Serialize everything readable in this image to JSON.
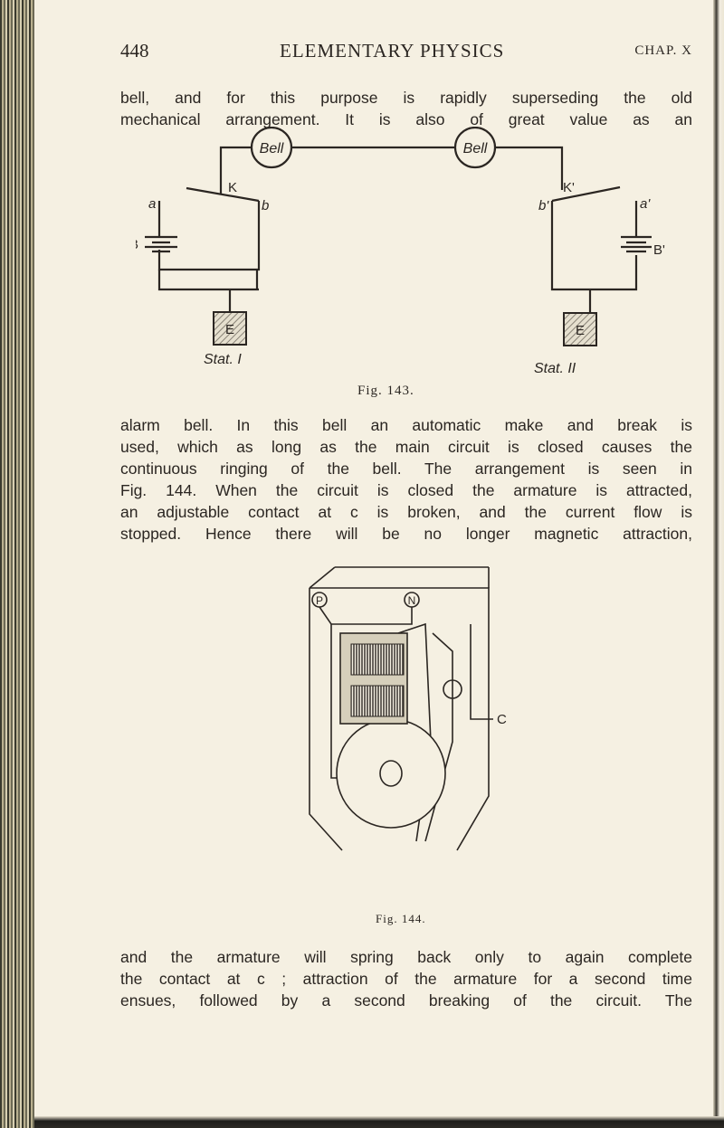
{
  "header": {
    "page_number": "448",
    "running_title": "ELEMENTARY PHYSICS",
    "chapter": "CHAP. X"
  },
  "paragraph1": {
    "lines": [
      "bell, and for this purpose is rapidly superseding the old",
      "mechanical arrangement.  It is also of great value as an"
    ]
  },
  "figure143": {
    "caption": "Fig. 143.",
    "labels": {
      "bell_left": "Bell",
      "bell_right": "Bell",
      "k": "K",
      "k_prime": "K'",
      "a": "a",
      "b": "b",
      "a_prime": "a'",
      "b_prime": "b'",
      "battery": "B",
      "battery_prime": "B'",
      "earth_left": "E",
      "earth_right": "E",
      "station_1": "Stat. I",
      "station_2": "Stat. II"
    }
  },
  "paragraph2": {
    "lines": [
      "alarm bell.  In this bell an automatic make and break is",
      "used, which as long as the main circuit is closed causes the",
      "continuous ringing of the bell.  The arrangement is seen in",
      "Fig. 144.  When the circuit is closed the armature is attracted,",
      "an adjustable contact at c is broken, and the current flow is",
      "stopped.  Hence there will be no longer magnetic attraction,"
    ]
  },
  "figure144": {
    "caption": "Fig. 144.",
    "labels": {
      "p": "P",
      "n": "N",
      "c": "C"
    }
  },
  "paragraph3": {
    "lines": [
      "and the armature will spring back only to again complete",
      "the contact at c ; attraction of the armature for a second time",
      "ensues, followed by a second breaking of the circuit.  The"
    ]
  }
}
